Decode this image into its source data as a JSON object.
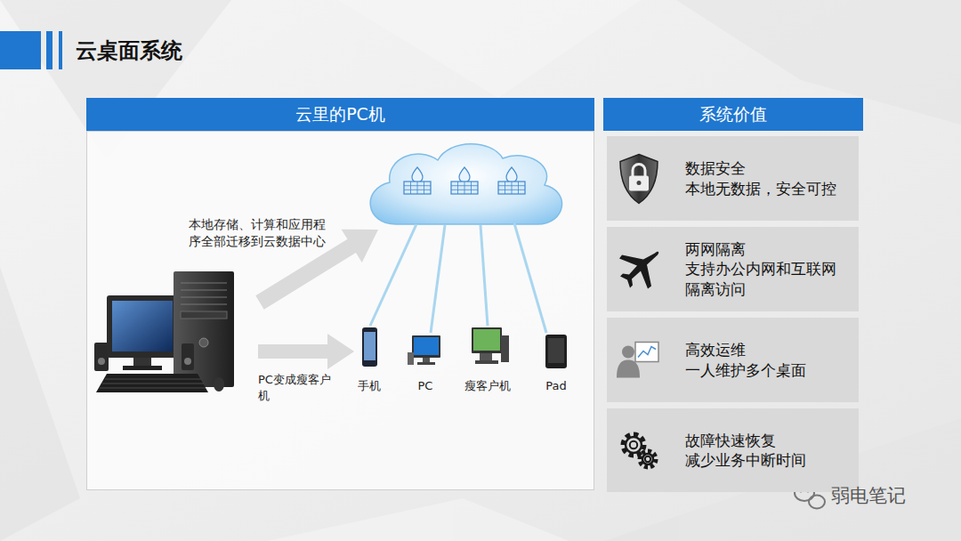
{
  "diagram": {
    "title": "云桌面系统",
    "nodes": [
      {
        "text": [
          "云里的PC机"
        ]
      },
      {
        "text": [
          "系统价值"
        ]
      },
      {
        "text": [
          "数据安全",
          "本地无数据，安全可控"
        ],
        "in": 1
      },
      {
        "text": [
          "两网隔离",
          "支持办公内网和互联网隔离访问"
        ],
        "in": 1
      },
      {
        "text": [
          "高效运维",
          "一人维护多个桌面"
        ],
        "in": 1
      },
      {
        "text": [
          "故障快速恢复",
          "减少业务中断时间"
        ],
        "in": 1
      }
    ],
    "labels": [
      "本地存储、计算和应用程序全部迁移到云数据中心",
      "PC变成瘦客户机",
      "手机",
      "PC",
      "瘦客户机",
      "Pad",
      "弱电笔记"
    ]
  }
}
